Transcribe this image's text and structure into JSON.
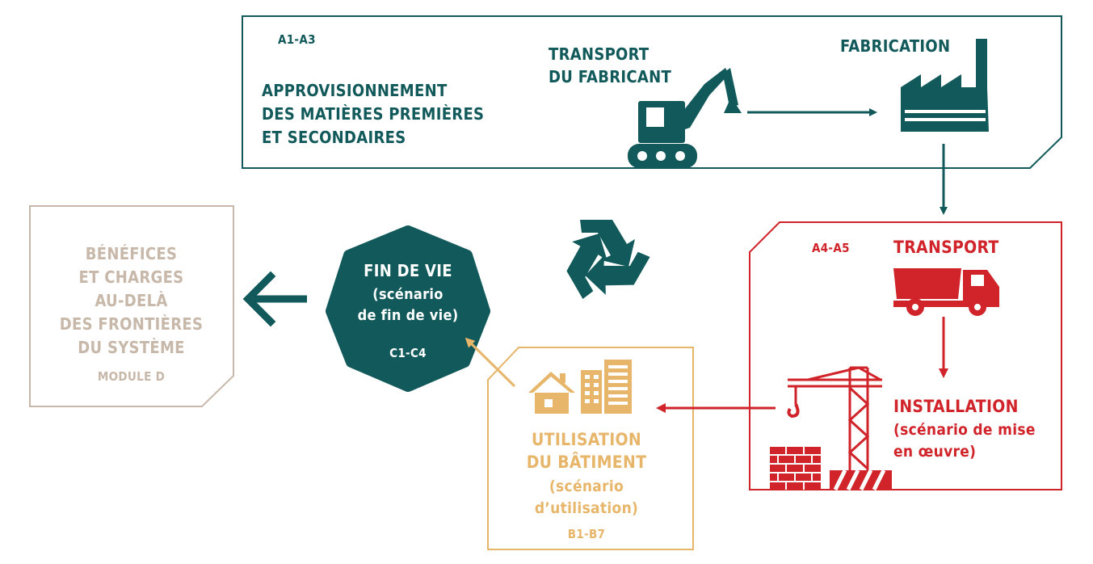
{
  "colors": {
    "teal": "#11595a",
    "red": "#d1232a",
    "gold": "#e7b66a",
    "beige": "#c7b8a9"
  },
  "stage_a": {
    "code": "A1-A3",
    "supply": [
      "APPROVISIONNEMENT",
      "DES MATIÈRES PREMIÈRES",
      "ET SECONDAIRES"
    ],
    "transport": [
      "TRANSPORT",
      "DU FABRICANT"
    ],
    "fabrication": "FABRICATION"
  },
  "stage_a45": {
    "code": "A4-A5",
    "transport": "TRANSPORT",
    "installation": "INSTALLATION",
    "installation_detail": [
      "(scénario de mise",
      "en œuvre)"
    ]
  },
  "stage_b": {
    "title": [
      "UTILISATION",
      "DU BÂTIMENT"
    ],
    "detail": [
      "(scénario",
      "d’utilisation)"
    ],
    "code": "B1-B7"
  },
  "stage_c": {
    "title": "FIN DE VIE",
    "detail": [
      "(scénario",
      "de fin de vie)"
    ],
    "code": "C1-C4"
  },
  "stage_d": {
    "title": [
      "BÉNÉFICES",
      "ET CHARGES",
      "AU-DELÀ",
      "DES FRONTIÈRES",
      "DU SYSTÈME"
    ],
    "module": "MODULE D"
  },
  "icons": [
    "excavator-icon",
    "factory-icon",
    "recycle-icon",
    "dump-truck-icon",
    "crane-icon",
    "brick-wall-icon",
    "house-icon",
    "apartment-building-icon"
  ]
}
